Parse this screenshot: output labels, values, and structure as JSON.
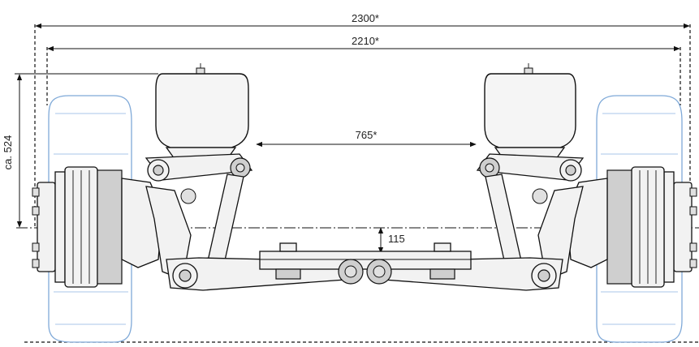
{
  "dimensions": {
    "overall_width": "2300*",
    "track_width": "2210*",
    "air_spring_spacing": "765*",
    "height": "ca. 524",
    "ground_clearance": "115"
  },
  "colors": {
    "tire_outline": "#7fa9d8",
    "line": "#111111",
    "background": "#ffffff"
  }
}
